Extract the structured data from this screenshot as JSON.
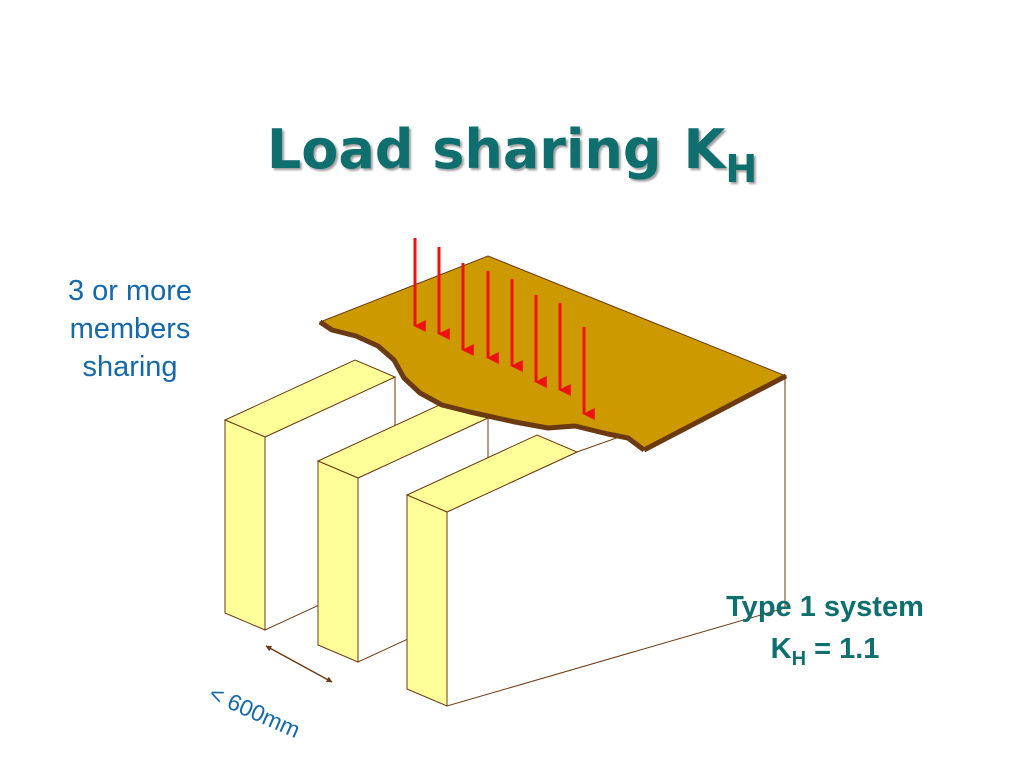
{
  "title": {
    "main": "Load sharing",
    "symbol": "K",
    "subscript": "H"
  },
  "members_label": {
    "line1": "3 or more",
    "line2": "members",
    "line3": "sharing"
  },
  "system_label": {
    "line1": "Type 1 system",
    "symbol": "K",
    "subscript": "H",
    "value": " = 1.1"
  },
  "spacing_label": "< 600mm",
  "colors": {
    "title": "#0f6e6e",
    "blue_text": "#1569a8",
    "joist_face": "#ffff99",
    "sheathing": "#cc9900",
    "sheathing_edge": "#6b3a12",
    "load_arrow": "#ee1111"
  },
  "load_arrow_count": 8
}
